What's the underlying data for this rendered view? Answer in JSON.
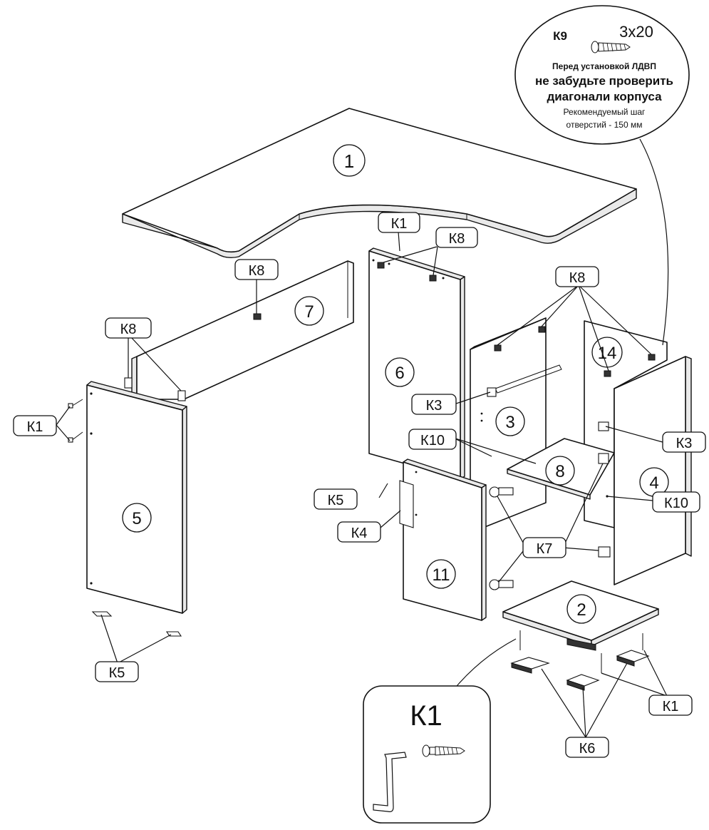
{
  "parts": {
    "p1": "1",
    "p2": "2",
    "p3": "3",
    "p4": "4",
    "p5": "5",
    "p6": "6",
    "p7": "7",
    "p8": "8",
    "p11": "11",
    "p14": "14"
  },
  "labels": {
    "k1": "К1",
    "k3": "К3",
    "k4": "К4",
    "k5": "К5",
    "k6": "К6",
    "k7": "К7",
    "k8": "К8",
    "k10": "К10"
  },
  "note": {
    "code": "К9",
    "size": "3х20",
    "line1": "Перед установкой ЛДВП",
    "line2": "не забудьте проверить",
    "line3": "диагонали корпуса",
    "line4": "Рекомендуемый шаг",
    "line5": "отверстий - 150 мм"
  },
  "detail": {
    "title": "К1"
  }
}
